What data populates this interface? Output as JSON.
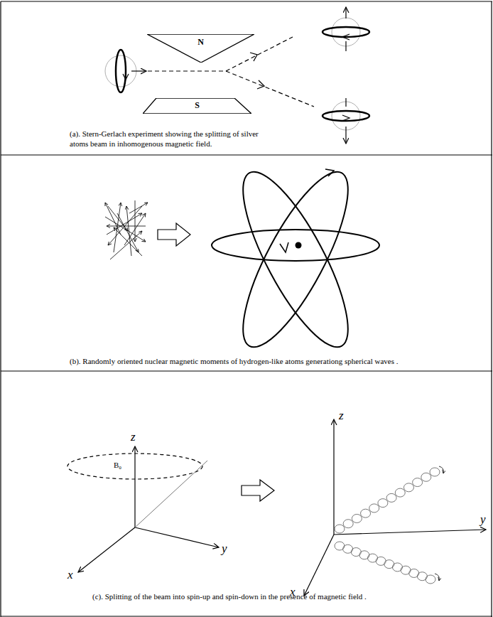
{
  "diagram": {
    "nodes": [
      {
        "text": [
          "N"
        ]
      },
      {
        "text": [
          "S"
        ]
      }
    ],
    "labels": [
      "(a). Stern-Gerlach experiment showing the splitting of silver atoms beam in inhomogenous magnetic field.",
      "(b). Randomly oriented nuclear magnetic moments of hydrogen-like atoms generationg spherical waves .",
      "z",
      "B₀",
      "x",
      "y",
      "z",
      "x",
      "y",
      "(c). Splitting of the beam into spin-up and spin-down in the presence of magnetic field ."
    ]
  }
}
